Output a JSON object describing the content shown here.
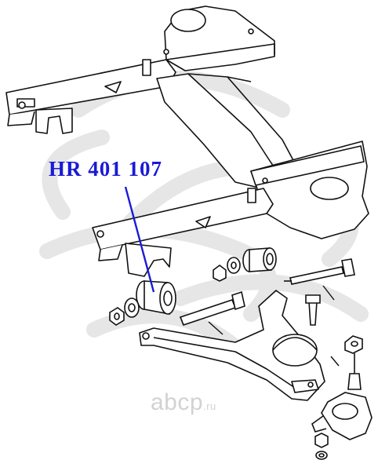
{
  "diagram": {
    "part_label": "HR 401 107",
    "watermark_text": "abcp",
    "watermark_suffix": ".ru",
    "colors": {
      "label": "#1a1ad6",
      "leader_line": "#1a1ad6",
      "line_art": "#111111",
      "background_logo": "#e4e4e4",
      "watermark": "#d2d2d2"
    },
    "components": [
      "subframe",
      "silent-block-bushing",
      "lower-control-arm",
      "ball-joint",
      "mounting-bolt",
      "nut",
      "washer",
      "cotter-pin"
    ]
  }
}
